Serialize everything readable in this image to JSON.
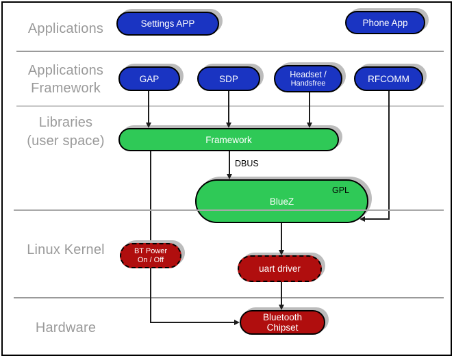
{
  "layers": {
    "applications": {
      "label": "Applications"
    },
    "app_framework": {
      "line1": "Applications",
      "line2": "Framework"
    },
    "libraries": {
      "line1": "Libraries",
      "line2": "(user space)"
    },
    "kernel": {
      "label": "Linux Kernel"
    },
    "hardware": {
      "label": "Hardware"
    }
  },
  "nodes": {
    "settings_app": {
      "label": "Settings APP"
    },
    "phone_app": {
      "label": "Phone App"
    },
    "gap": {
      "label": "GAP"
    },
    "sdp": {
      "label": "SDP"
    },
    "headset": {
      "line1": "Headset /",
      "line2": "Handsfree"
    },
    "rfcomm": {
      "label": "RFCOMM"
    },
    "framework": {
      "label": "Framework"
    },
    "bluez": {
      "label": "BlueZ",
      "tag": "GPL"
    },
    "bt_power": {
      "line1": "BT Power",
      "line2": "On / Off"
    },
    "uart_driver": {
      "label": "uart driver"
    },
    "bt_chipset": {
      "line1": "Bluetooth",
      "line2": "Chipset"
    }
  },
  "annotations": {
    "dbus": "DBUS"
  },
  "colors": {
    "app_pill_blue": "#1a34c2",
    "library_pill_green": "#2fc957",
    "kernel_pill_red": "#b00e0e",
    "layer_label_gray": "#9a9a9a",
    "pill_shadow_gray": "#bcbcbc",
    "divider_gray": "#9a9a9a"
  }
}
